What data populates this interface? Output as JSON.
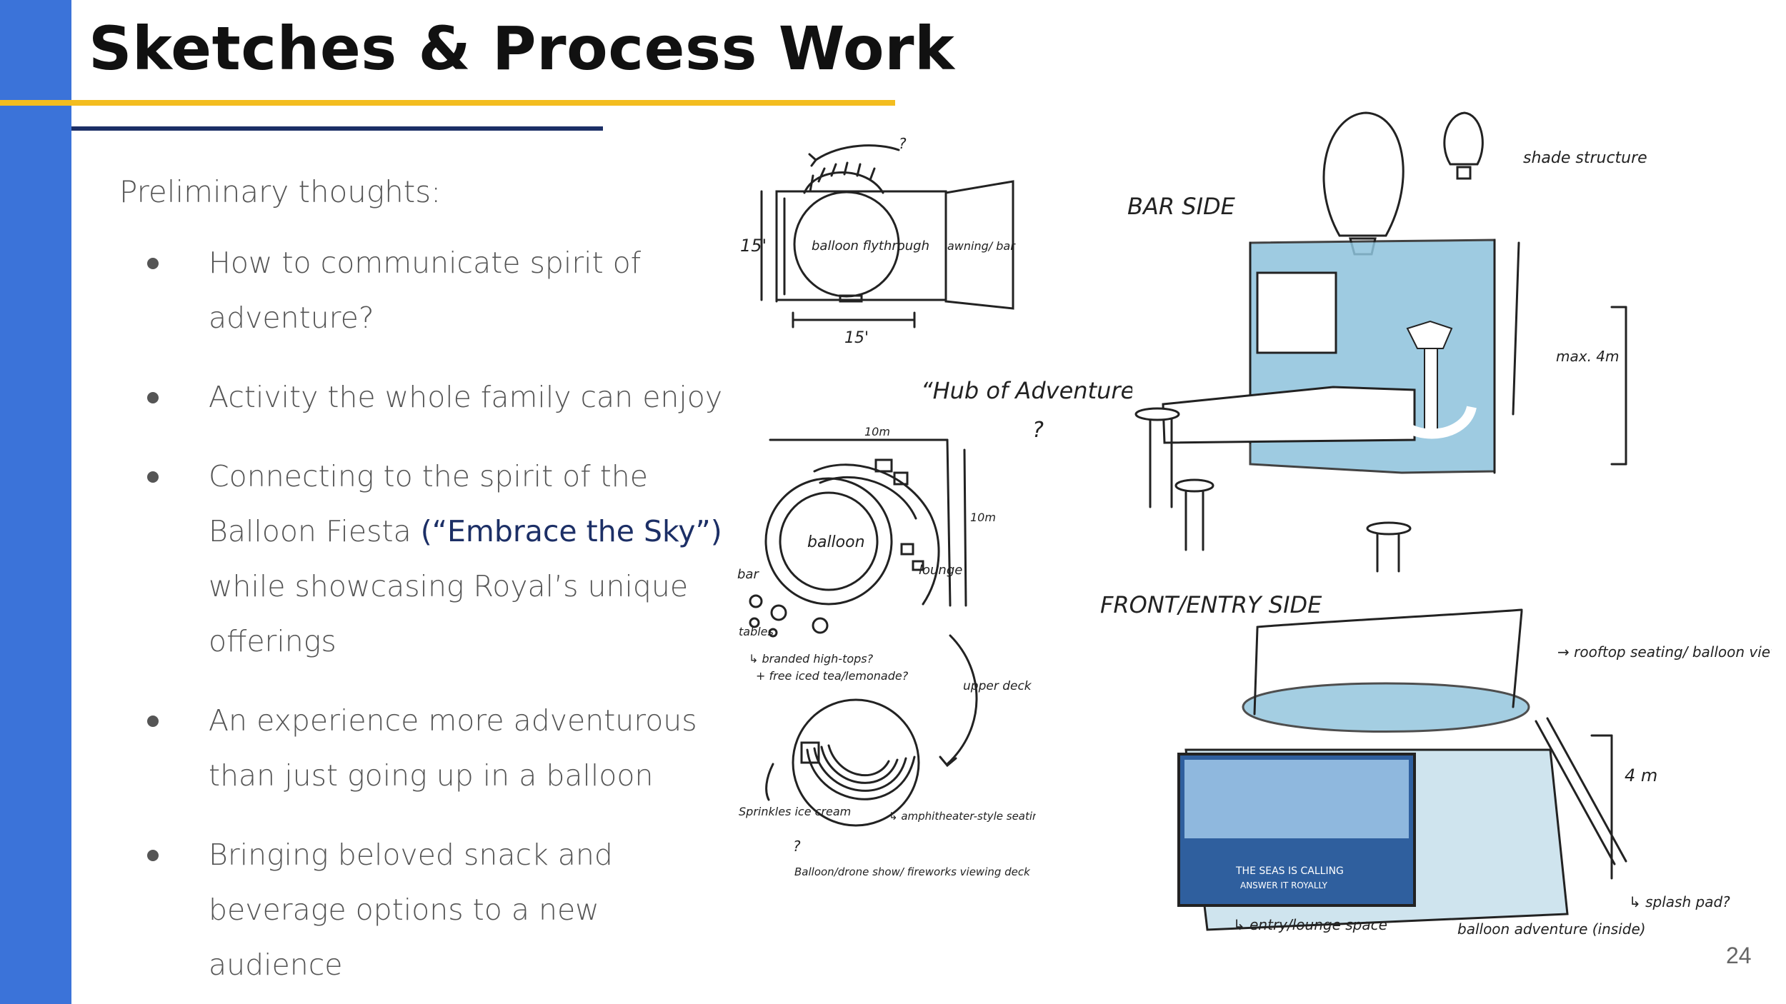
{
  "slide": {
    "title": "Sketches & Process Work",
    "intro": "Preliminary thoughts:",
    "bullets": [
      {
        "text": "How to communicate spirit of adventure?"
      },
      {
        "text": "Activity the whole family can enjoy"
      },
      {
        "before": "Connecting to the spirit of the Balloon Fiesta ",
        "highlight": "(“Embrace the Sky”)",
        "after": " while showcasing Royal’s unique offerings"
      },
      {
        "text": "An experience more adventurous than just going up in a balloon"
      },
      {
        "text": "Bringing beloved snack and beverage options to a new audience"
      }
    ],
    "page_number": "24"
  },
  "sketches": {
    "plan1": {
      "dim_left": "15'",
      "dim_bottom": "15'",
      "question": "?",
      "balloon": "balloon flythrough",
      "awning": "awning/ bar"
    },
    "plan2": {
      "dim_top": "10m",
      "dim_right": "10m",
      "balloon": "balloon",
      "lounge": "lounge",
      "bar": "bar",
      "tables": "tables",
      "note1": "↳ branded high-tops?",
      "note2": "+ free iced tea/lemonade?"
    },
    "plan3": {
      "upper_deck": "upper deck",
      "sprinkles": "Sprinkles ice cream",
      "question": "?",
      "amphitheater": "↳ amphitheater-style seating",
      "viewing": "Balloon/drone show/ fireworks viewing deck"
    },
    "hub": {
      "line1": "“Hub of Adventure”",
      "line2": "?"
    },
    "bar_side": {
      "label": "BAR SIDE",
      "shade": "shade structure",
      "height": "max. 4m"
    },
    "front_side": {
      "label": "FRONT/ENTRY SIDE",
      "rooftop": "→ rooftop seating/ balloon viewing area",
      "height": "4 m",
      "entry": "↳ entry/lounge space",
      "adventure": "balloon adventure (inside)",
      "splash": "↳ splash pad?",
      "screen_line1": "THE SEAS IS CALLING",
      "screen_line2": "ANSWER IT ROYALLY"
    }
  },
  "colors": {
    "left_bar": "#3b73d9",
    "gold_rule": "#f3bd1f",
    "navy_rule": "#1c2f66",
    "accent_text": "#1c2f66",
    "sketch_water": "#8ec3dc"
  }
}
